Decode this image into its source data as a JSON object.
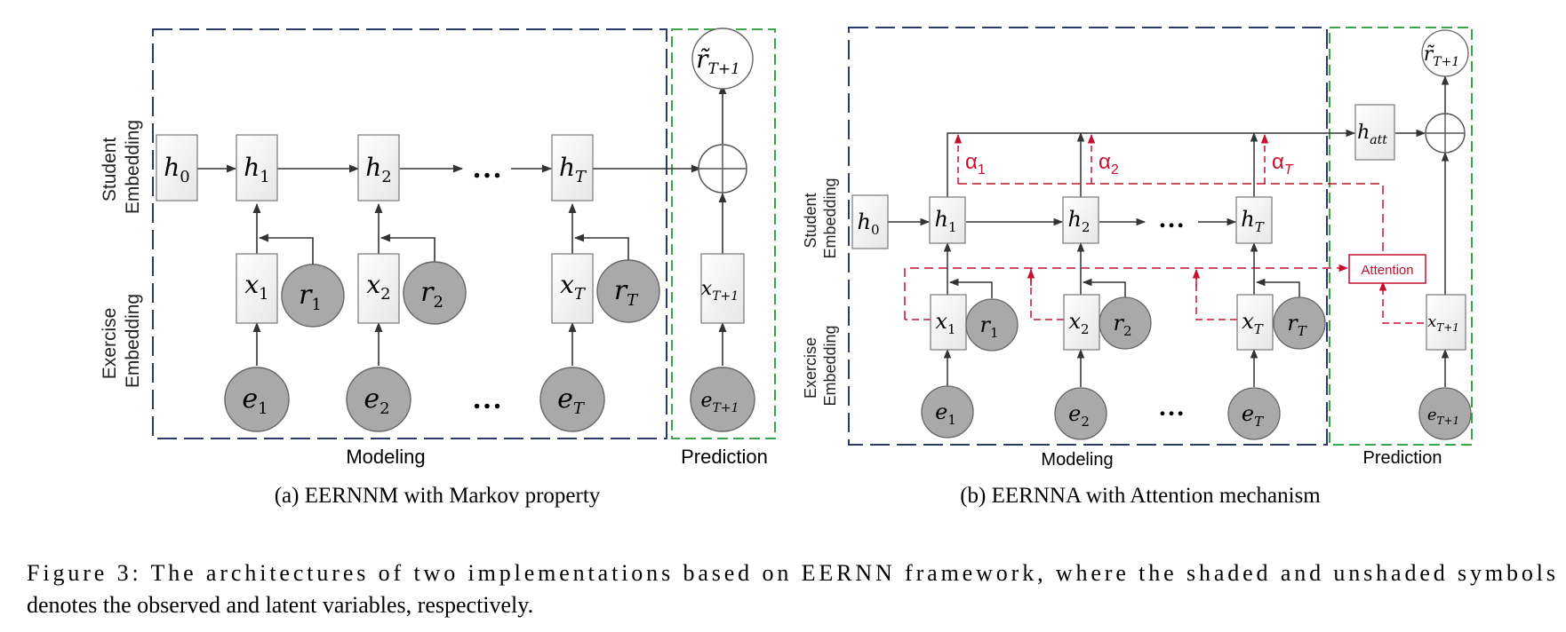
{
  "panel_a": {
    "caption": "(a)  EERNNM with Markov property",
    "modeling_label": "Modeling",
    "prediction_label": "Prediction",
    "row_labels": {
      "student_1": "Student",
      "student_2": "Embedding",
      "exercise_1": "Exercise",
      "exercise_2": "Embedding"
    },
    "nodes": {
      "h0": "h",
      "h0_sub": "0",
      "h1": "h",
      "h1_sub": "1",
      "h2": "h",
      "h2_sub": "2",
      "hT": "h",
      "hT_sub": "T",
      "x1": "x",
      "x1_sub": "1",
      "x2": "x",
      "x2_sub": "2",
      "xT": "x",
      "xT_sub": "T",
      "xT1": "x",
      "xT1_sub": "T+1",
      "r1": "r",
      "r1_sub": "1",
      "r2": "r",
      "r2_sub": "2",
      "rT": "r",
      "rT_sub": "T",
      "e1": "e",
      "e1_sub": "1",
      "e2": "e",
      "e2_sub": "2",
      "eT": "e",
      "eT_sub": "T",
      "eT1": "e",
      "eT1_sub": "T+1",
      "rpred": "r̃",
      "rpred_sub": "T+1",
      "ellipsis": "…"
    }
  },
  "panel_b": {
    "caption": "(b)  EERNNA with Attention mechanism",
    "modeling_label": "Modeling",
    "prediction_label": "Prediction",
    "attention_label": "Attention",
    "row_labels": {
      "student_1": "Student",
      "student_2": "Embedding",
      "exercise_1": "Exercise",
      "exercise_2": "Embedding"
    },
    "alphas": {
      "a1": "α",
      "a1_sub": "1",
      "a2": "α",
      "a2_sub": "2",
      "aT": "α",
      "aT_sub": "T"
    },
    "nodes": {
      "h0": "h",
      "h0_sub": "0",
      "h1": "h",
      "h1_sub": "1",
      "h2": "h",
      "h2_sub": "2",
      "hT": "h",
      "hT_sub": "T",
      "hatt": "h",
      "hatt_sub": "att",
      "x1": "x",
      "x1_sub": "1",
      "x2": "x",
      "x2_sub": "2",
      "xT": "x",
      "xT_sub": "T",
      "xT1": "x",
      "xT1_sub": "T+1",
      "r1": "r",
      "r1_sub": "1",
      "r2": "r",
      "r2_sub": "2",
      "rT": "r",
      "rT_sub": "T",
      "e1": "e",
      "e1_sub": "1",
      "e2": "e",
      "e2_sub": "2",
      "eT": "e",
      "eT_sub": "T",
      "eT1": "e",
      "eT1_sub": "T+1",
      "rpred": "r̃",
      "rpred_sub": "T+1",
      "ellipsis": "…"
    }
  },
  "figure_caption": {
    "line1": "Figure 3: The architectures of two implementations based on EERNN framework, where the shaded and unshaded symbols",
    "line2": "denotes the observed and latent variables, respectively."
  },
  "colors": {
    "modeling_border": "#2b3a67",
    "prediction_border": "#3aa64a",
    "node_shade": "#a9a9a9",
    "attention_red": "#c8102e"
  }
}
